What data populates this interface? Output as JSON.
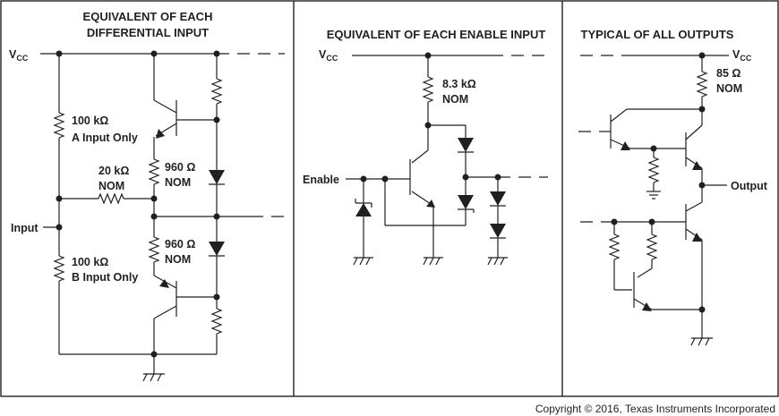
{
  "panels": {
    "differential": {
      "title_line1": "EQUIVALENT OF EACH",
      "title_line2": "DIFFERENTIAL INPUT",
      "vcc_main": "V",
      "vcc_sub": "CC",
      "r_top": "100 kΩ",
      "r_top_note": "A Input Only",
      "r_mid": "20 kΩ",
      "r_mid_note": "NOM",
      "r_960_a": "960 Ω",
      "r_960_a_note": "NOM",
      "r_960_b": "960 Ω",
      "r_960_b_note": "NOM",
      "input_label": "Input",
      "r_bot": "100 kΩ",
      "r_bot_note": "B Input Only"
    },
    "enable": {
      "title": "EQUIVALENT OF EACH ENABLE INPUT",
      "vcc_main": "V",
      "vcc_sub": "CC",
      "r_val": "8.3 kΩ",
      "r_note": "NOM",
      "enable_label": "Enable"
    },
    "outputs": {
      "title": "TYPICAL OF ALL OUTPUTS",
      "vcc_main": "V",
      "vcc_sub": "CC",
      "r_val": "85 Ω",
      "r_note": "NOM",
      "output_label": "Output"
    }
  },
  "copyright": "Copyright © 2016, Texas Instruments Incorporated"
}
